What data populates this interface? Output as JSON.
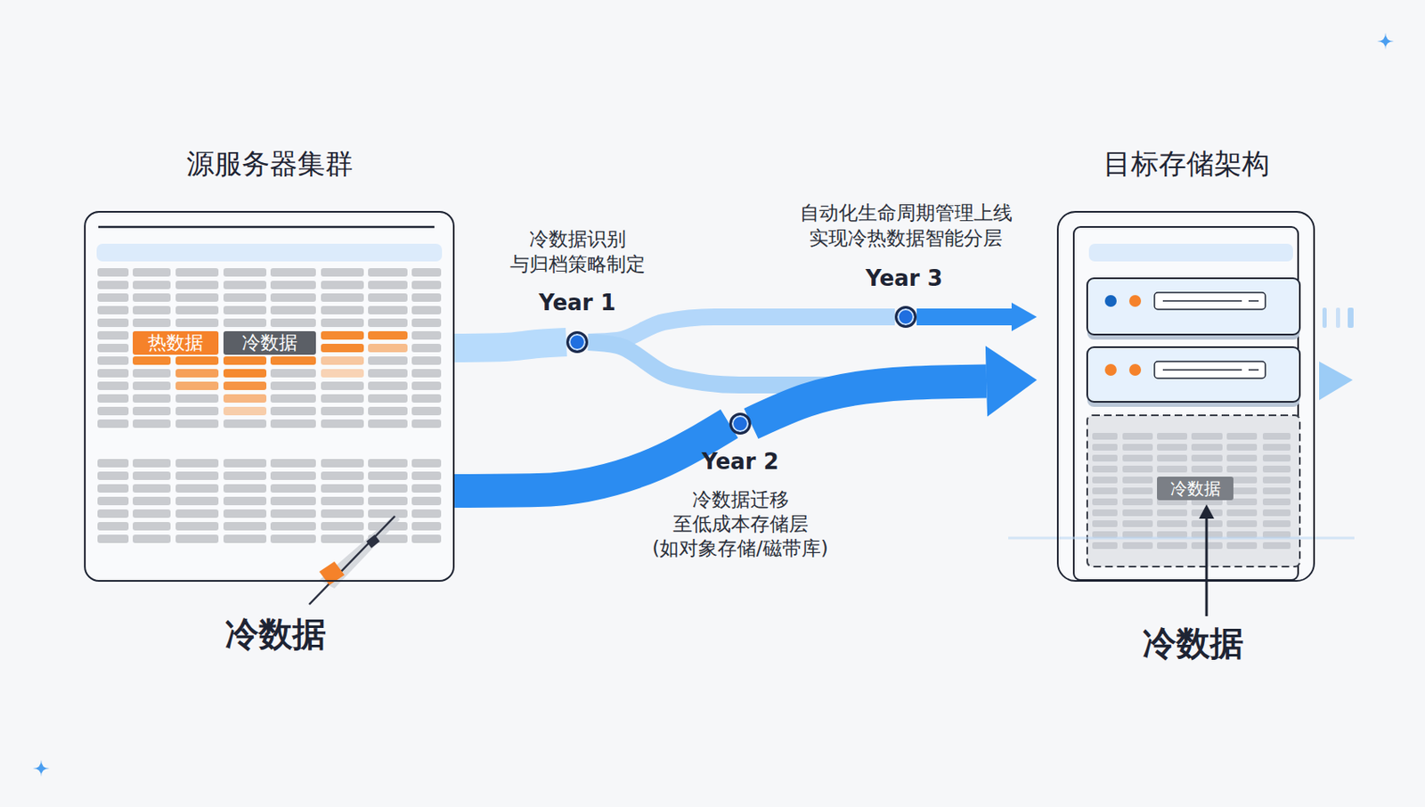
{
  "diagram": {
    "nodes": [
      {
        "text": [
          "源服务器集群"
        ]
      },
      {
        "text": [
          "热数据"
        ],
        "in": 0
      },
      {
        "text": [
          "冷数据"
        ],
        "in": 0
      },
      {
        "text": [
          "Year 1",
          "冷数据识别 与归档策略制定"
        ]
      },
      {
        "text": [
          "Year 2",
          "冷数据迁移 至低成本存储层 (如对象存储/磁带库)"
        ]
      },
      {
        "text": [
          "Year 3",
          "自动化生命周期管理上线 实现冷热数据智能分层"
        ]
      },
      {
        "text": [
          "目标存储架构"
        ]
      },
      {
        "text": [
          "冷数据"
        ],
        "in": 6
      }
    ],
    "edges": [
      {
        "from": 0,
        "to": 3,
        "arrow": "none"
      },
      {
        "from": 3,
        "to": 5,
        "arrow": "none"
      },
      {
        "from": 3,
        "to": 6,
        "arrow": "to"
      },
      {
        "from": 0,
        "to": 4,
        "arrow": "none"
      },
      {
        "from": 4,
        "to": 6,
        "arrow": "to"
      },
      {
        "from": 5,
        "to": 6,
        "arrow": "to"
      }
    ],
    "labels": [
      "冷数据",
      "冷数据"
    ]
  }
}
